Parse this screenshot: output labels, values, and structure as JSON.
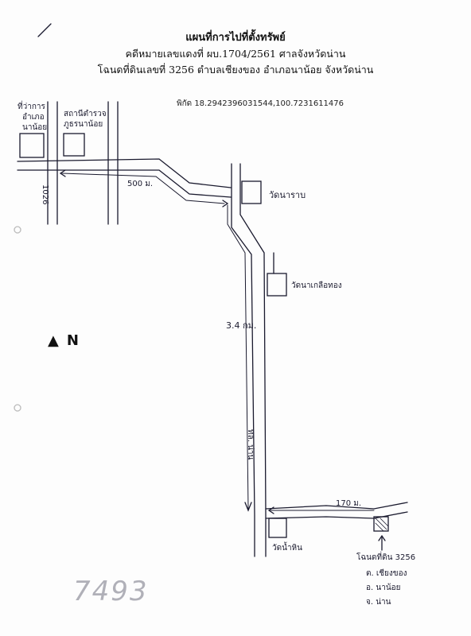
{
  "title": {
    "line1": "แผนที่การไปที่ตั้งทรัพย์",
    "line2": "คดีหมายเลขแดงที่ ผบ.1704/2561 ศาลจังหวัดน่าน",
    "line3": "โฉนดที่ดินเลขที่ 3256 ตำบลเชียงของ อำเภอนาน้อย จังหวัดน่าน"
  },
  "coordinates": "พิกัด 18.2942396031544,100.7231611476",
  "north": {
    "letter": "N"
  },
  "labels": {
    "district_office_1": "ที่ว่าการ",
    "district_office_2": "อำเภอ",
    "district_office_3": "นาน้อย",
    "police_station_1": "สถานีตำรวจ",
    "police_station_2": "ภูธรนาน้อย",
    "road_1026": "1026",
    "dist_500": "500 ม.",
    "wat_na_rab": "วัดนาราบ",
    "wat_na_kluea": "วัดนาเกลือทอง",
    "dist_34": "3.4 กม.",
    "road_nan": "ทล. น่าน",
    "dist_170": "170 ม.",
    "wat_nam_hin": "วัดน้ำหิน",
    "parcel_1": "โฉนดที่ดิน 3256",
    "parcel_2": "ต. เชียงของ",
    "parcel_3": "อ. นาน้อย",
    "parcel_4": "จ. น่าน"
  },
  "stamp": "7493"
}
